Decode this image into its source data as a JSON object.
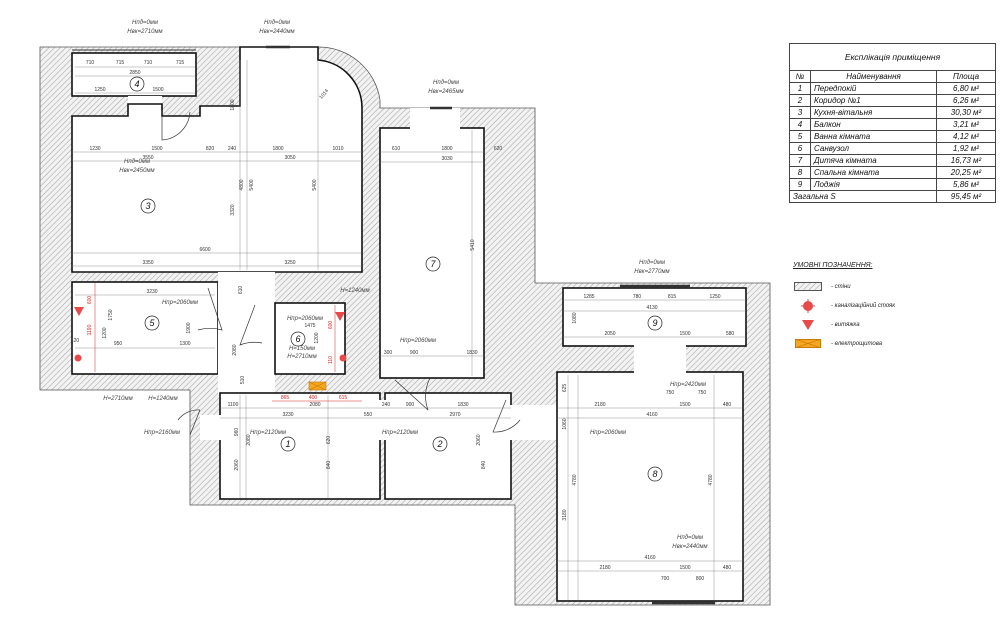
{
  "explication": {
    "title": "Експлікація приміщення",
    "headers": [
      "№",
      "Найменування",
      "Площа"
    ],
    "rows": [
      {
        "n": "1",
        "name": "Передпокій",
        "area": "6,80 м²"
      },
      {
        "n": "2",
        "name": "Коридор №1",
        "area": "6,26 м²"
      },
      {
        "n": "3",
        "name": "Кухня-вітальня",
        "area": "30,30 м²"
      },
      {
        "n": "4",
        "name": "Балкон",
        "area": "3,21 м²"
      },
      {
        "n": "5",
        "name": "Ванна кімната",
        "area": "4,12 м²"
      },
      {
        "n": "6",
        "name": "Санвузол",
        "area": "1,92 м²"
      },
      {
        "n": "7",
        "name": "Дитяча кімната",
        "area": "16,73 м²"
      },
      {
        "n": "8",
        "name": "Спальна кімната",
        "area": "20,25 м²"
      },
      {
        "n": "9",
        "name": "Лоджія",
        "area": "5,86 м²"
      }
    ],
    "total_label": "Загальна S",
    "total_area": "95,45 м²"
  },
  "legend": {
    "title": "УМОВНІ ПОЗНАЧЕННЯ:",
    "items": [
      {
        "icon": "hatched-wall",
        "label": "- стіни"
      },
      {
        "icon": "sewer-riser",
        "label": "- каналізаційний стояк"
      },
      {
        "icon": "exhaust-vent",
        "label": "- витяжка"
      },
      {
        "icon": "electrical-panel",
        "label": "- електрощитова"
      }
    ]
  },
  "colors": {
    "wall_hatch": "#888888",
    "symbol_red": "#e84a4a",
    "panel_orange": "#f5a623",
    "dimension_red": "#d22222"
  },
  "plan": {
    "room_numbers": [
      "1",
      "2",
      "3",
      "4",
      "5",
      "6",
      "7",
      "8",
      "9"
    ],
    "notes": [
      "Нпд=0мм",
      "Нвк=2710мм",
      "Нпд=0мм",
      "Нвк=2440мм",
      "Нпд=0мм",
      "Нвк=2450мм",
      "Нпд=0мм",
      "Нвк=2465мм",
      "Нпд=0мм",
      "Нвк=2770мм",
      "Нпд=0мм",
      "Нвк=2440мм",
      "Нпр=2060мм",
      "Н=1240мм",
      "Нпр=2060мм",
      "Н=150мм",
      "Н=2710мм",
      "Н=2710мм",
      "Н=1240мм",
      "Нпр=2060мм",
      "Нпр=2160мм",
      "Нпр=2120мм",
      "Нпр=2120мм",
      "Нпр=2060мм",
      "Нпр=2420мм"
    ],
    "dimensions": [
      "710",
      "715",
      "710",
      "715",
      "2850",
      "1250",
      "1500",
      "1230",
      "1500",
      "820",
      "240",
      "1800",
      "1010",
      "3550",
      "3050",
      "6600",
      "3350",
      "3250",
      "1014",
      "1800",
      "4800",
      "5400",
      "5400",
      "3320",
      "610",
      "1800",
      "620",
      "3030",
      "5410",
      "300",
      "900",
      "1830",
      "1285",
      "780",
      "815",
      "1250",
      "4130",
      "1080",
      "2050",
      "1500",
      "580",
      "750",
      "750",
      "2180",
      "1500",
      "480",
      "4160",
      "625",
      "1060",
      "4780",
      "4780",
      "3180",
      "4160",
      "2180",
      "1500",
      "480",
      "700",
      "800",
      "1100",
      "3230",
      "2080",
      "550",
      "240",
      "900",
      "1830",
      "2970",
      "960",
      "2080",
      "620",
      "2060",
      "840",
      "2060",
      "840",
      "3230",
      "950",
      "1300",
      "1750",
      "1200",
      "1900",
      "120",
      "1475",
      "1200",
      "2080",
      "610",
      "510"
    ],
    "red_dimensions": [
      "865",
      "400",
      "615",
      "600",
      "1190",
      "600",
      "110"
    ]
  }
}
